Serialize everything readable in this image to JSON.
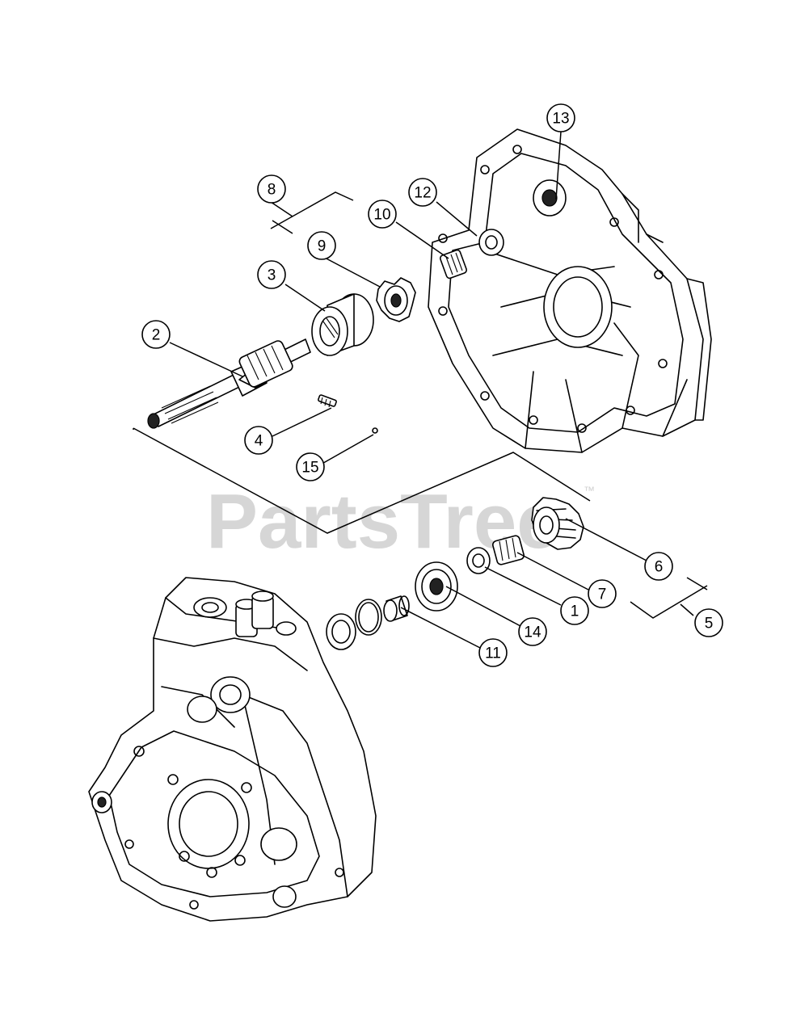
{
  "watermark": {
    "text": "PartsTree",
    "trademark": "™"
  },
  "callouts": [
    {
      "label": "1"
    },
    {
      "label": "2"
    },
    {
      "label": "3"
    },
    {
      "label": "4"
    },
    {
      "label": "5"
    },
    {
      "label": "6"
    },
    {
      "label": "7"
    },
    {
      "label": "8"
    },
    {
      "label": "9"
    },
    {
      "label": "10"
    },
    {
      "label": "11"
    },
    {
      "label": "12"
    },
    {
      "label": "13"
    },
    {
      "label": "14"
    },
    {
      "label": "15"
    }
  ]
}
